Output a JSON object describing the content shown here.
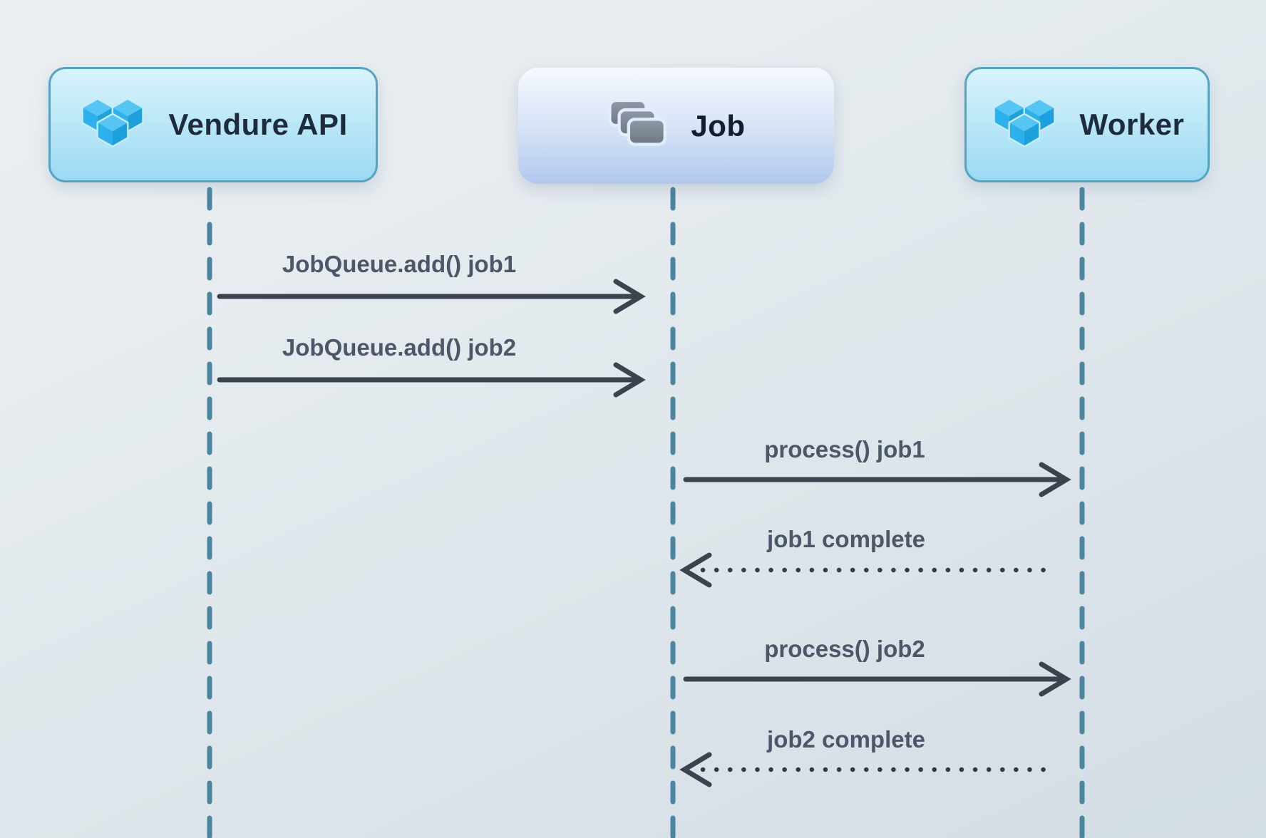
{
  "diagram": {
    "type": "sequence-diagram",
    "actors": [
      {
        "name": "Vendure API",
        "icon": "vendure-logo-icon"
      },
      {
        "name": "Job",
        "icon": "stacked-cards-icon"
      },
      {
        "name": "Worker",
        "icon": "vendure-logo-icon"
      }
    ],
    "messages": [
      {
        "from": "Vendure API",
        "to": "Job",
        "label": "JobQueue.add() job1",
        "line": "solid"
      },
      {
        "from": "Vendure API",
        "to": "Job",
        "label": "JobQueue.add() job2",
        "line": "solid"
      },
      {
        "from": "Job",
        "to": "Worker",
        "label": "process() job1",
        "line": "solid"
      },
      {
        "from": "Worker",
        "to": "Job",
        "label": "job1 complete",
        "line": "dotted"
      },
      {
        "from": "Job",
        "to": "Worker",
        "label": "process() job2",
        "line": "solid"
      },
      {
        "from": "Worker",
        "to": "Job",
        "label": "job2 complete",
        "line": "dotted"
      }
    ],
    "colors": {
      "background_top": "#eceff2",
      "background_bottom": "#d3dde4",
      "lifeline_teal": "#4c85a0",
      "arrow_slate": "#3b434e",
      "message_label_text": "#4c5869",
      "actor_name_text": "#1e2b3c",
      "cyan_box_top": "#d8f3fc",
      "cyan_box_bottom": "#9bdaf2",
      "cyan_box_border": "#58a3c1",
      "job_box_top": "#f6f9fe",
      "job_box_bottom": "#b1c8ee",
      "logo_azure_top": "#55c6f4",
      "logo_azure_left": "#2cb1ec",
      "logo_azure_right": "#1ea0dd",
      "card_gray_top": "#909aa6",
      "card_gray_bottom": "#6e7683"
    }
  }
}
